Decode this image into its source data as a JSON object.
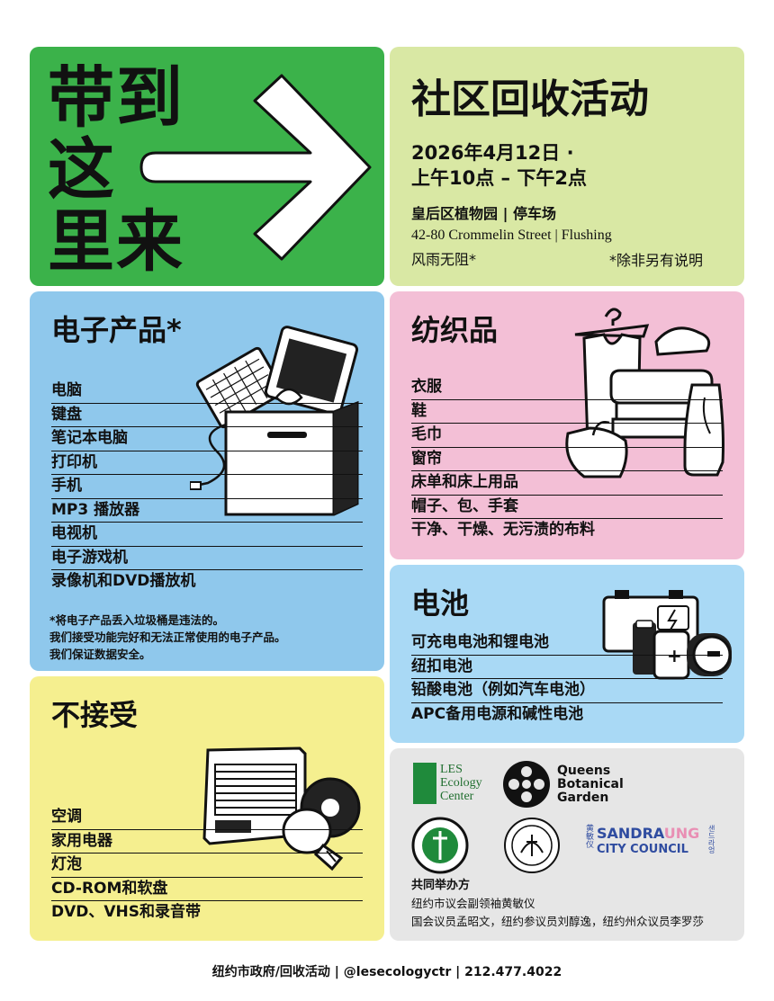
{
  "hero": {
    "line1": "带到",
    "line2": "这",
    "line3": "里来",
    "arrow_icon": "right-arrow-icon"
  },
  "event": {
    "title": "社区回收活动",
    "date": "2026年4月12日 ·",
    "time": "上午10点 – 下午2点",
    "venue": "皇后区植物园 | 停车场",
    "address": "42-80 Crommelin Street | Flushing",
    "weather": "风雨无阻*",
    "weather_note": "*除非另有说明"
  },
  "electronics": {
    "title": "电子产品*",
    "items": [
      "电脑",
      "键盘",
      "笔记本电脑",
      "打印机",
      "手机",
      "MP3 播放器",
      "电视机",
      "电子游戏机",
      "录像机和DVD播放机"
    ],
    "note_lines": [
      "*将电子产品丢入垃圾桶是违法的。",
      "我们接受功能完好和无法正常使用的电子产品。",
      "我们保证数据安全。"
    ]
  },
  "textiles": {
    "title": "纺织品",
    "items": [
      "衣服",
      "鞋",
      "毛巾",
      "窗帘",
      "床单和床上用品",
      "帽子、包、手套",
      "干净、干燥、无污渍的布料"
    ]
  },
  "batteries": {
    "title": "电池",
    "items": [
      "可充电电池和锂电池",
      "纽扣电池",
      "铅酸电池（例如汽车电池）",
      "APC备用电源和碱性电池"
    ]
  },
  "not_accepted": {
    "title": "不接受",
    "items": [
      "空调",
      "家用电器",
      "灯泡",
      "CD-ROM和软盘",
      "DVD、VHS和录音带"
    ]
  },
  "sponsors": {
    "les_logo": [
      "LES",
      "Ecology",
      "Center"
    ],
    "qbg_logo": [
      "Queens",
      "Botanical",
      "Garden"
    ],
    "sandra_logo": {
      "name_a": "SANDRA",
      "name_b": "UNG",
      "line2": "CITY COUNCIL",
      "side_left": "黄敏仪",
      "side_right": "샌드라 엉"
    },
    "heading": "共同举办方",
    "line1": "纽约市议会副领袖黄敏仪",
    "line2": "国会议员孟昭文，纽约参议员刘醇逸，纽约州众议员李罗莎"
  },
  "footer": "纽约市政府/回收活动 | @lesecologyctr | 212.477.4022",
  "colors": {
    "green": "#3bb24a",
    "lime": "#d9e8a4",
    "blue": "#8fc8ec",
    "pink": "#f3bfd6",
    "light_blue": "#a9d9f5",
    "yellow": "#f5ef8f",
    "grey": "#e6e6e6"
  }
}
